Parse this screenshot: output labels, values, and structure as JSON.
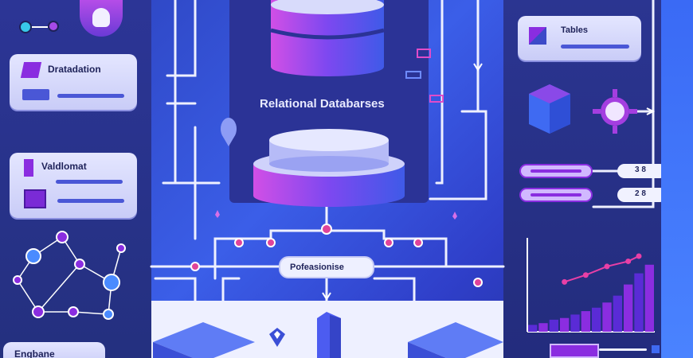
{
  "center": {
    "title": "Relational Databarses",
    "process_label": "Pofeasionise"
  },
  "left_cards": [
    {
      "label": "Dratadation"
    },
    {
      "label": "Valdlomat"
    }
  ],
  "bottom_left": {
    "label": "Engbane"
  },
  "right_top": {
    "label": "Tables"
  },
  "relations": [
    {
      "key": "3 8"
    },
    {
      "key": "2 8"
    }
  ],
  "chart_data": {
    "type": "bar",
    "title": "",
    "categories": [
      "",
      "",
      "",
      "",
      "",
      "",
      "",
      "",
      "",
      "",
      "",
      ""
    ],
    "values": [
      8,
      10,
      14,
      16,
      20,
      24,
      28,
      34,
      42,
      55,
      68,
      78
    ],
    "line_values": [
      null,
      null,
      null,
      58,
      null,
      66,
      null,
      76,
      null,
      82,
      88,
      null
    ],
    "ylim": [
      0,
      100
    ],
    "grid": false,
    "colors": {
      "bar": "#8b2de0",
      "bar_alt": "#5a2bd6",
      "line": "#e83fa6"
    }
  },
  "colors": {
    "background": "#3b5ee8",
    "accent_pink": "#e0449a",
    "card": "#dfe1ff",
    "db_top": "#c9cdfa",
    "db_mid": "#7b3fe4"
  }
}
